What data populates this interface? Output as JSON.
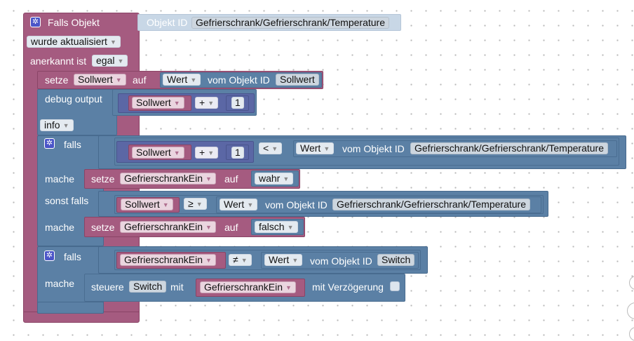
{
  "event": {
    "title": "Falls Objekt",
    "objekt_id_label": "Objekt ID",
    "objekt_id_value": "Gefrierschrank/Gefrierschrank/Temperature",
    "trigger": "wurde aktualisiert",
    "ack_label": "anerkannt ist",
    "ack_value": "egal"
  },
  "set_sollwert": {
    "setze": "setze",
    "var": "Sollwert",
    "auf": "auf",
    "prop": "Wert",
    "vom": "vom Objekt ID",
    "oid": "Sollwert"
  },
  "debug": {
    "label": "debug output",
    "var": "Sollwert",
    "op": "+",
    "num": "1",
    "level": "info"
  },
  "if1": {
    "falls": "falls",
    "var": "Sollwert",
    "op": "+",
    "num": "1",
    "cmp": "<",
    "prop": "Wert",
    "vom": "vom Objekt ID",
    "oid": "Gefrierschrank/Gefrierschrank/Temperature",
    "mache": "mache",
    "do_setze": "setze",
    "do_var": "GefrierschrankEin",
    "do_auf": "auf",
    "do_val": "wahr",
    "sonst_falls": "sonst falls",
    "elif_var": "Sollwert",
    "elif_cmp": "≥",
    "elif_prop": "Wert",
    "elif_vom": "vom Objekt ID",
    "elif_oid": "Gefrierschrank/Gefrierschrank/Temperature",
    "mache2": "mache",
    "do2_setze": "setze",
    "do2_var": "GefrierschrankEin",
    "do2_auf": "auf",
    "do2_val": "falsch"
  },
  "if2": {
    "falls": "falls",
    "var": "GefrierschrankEin",
    "cmp": "≠",
    "prop": "Wert",
    "vom": "vom Objekt ID",
    "oid": "Switch",
    "mache": "mache",
    "steuere": "steuere",
    "steuere_oid": "Switch",
    "mit": "mit",
    "mit_var": "GefrierschrankEin",
    "delay": "mit Verzögerung"
  },
  "colors": {
    "event": "#a55b80",
    "control": "#5b80a5",
    "math": "#5b67a5",
    "variable": "#a55b80"
  },
  "icons": [
    "gear-icon",
    "dropdown-arrow-icon",
    "checkbox-icon"
  ]
}
